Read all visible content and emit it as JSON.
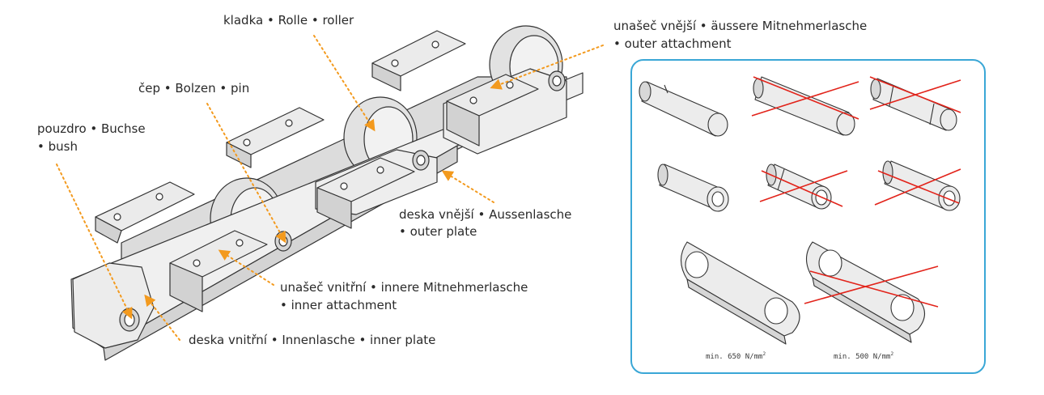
{
  "labels": {
    "roller": "kladka • Rolle • roller",
    "pin": "čep • Bolzen • pin",
    "bush_line1": "pouzdro • Buchse",
    "bush_line2": "• bush",
    "outer_attachment_line1": "unašeč vnější • äussere Mitnehmerlasche",
    "outer_attachment_line2": "• outer attachment",
    "outer_plate_line1": "deska vnější • Aussenlasche",
    "outer_plate_line2": "• outer plate",
    "inner_attachment_line1": "unašeč vnitřní • innere Mitnehmerlasche",
    "inner_attachment_line2": "• inner attachment",
    "inner_plate": "deska vnitřní • Innenlasche • inner plate"
  },
  "comparison": {
    "good_strength_value": "min. 650 N/mm",
    "bad_strength_value": "min. 500 N/mm",
    "unit_superscript": "2"
  },
  "colors": {
    "arrow": "#f39a1e",
    "panel_border": "#3aa7d6",
    "cross": "#e2231a",
    "part_fill": "#e9e9e9",
    "part_stroke": "#333333"
  }
}
